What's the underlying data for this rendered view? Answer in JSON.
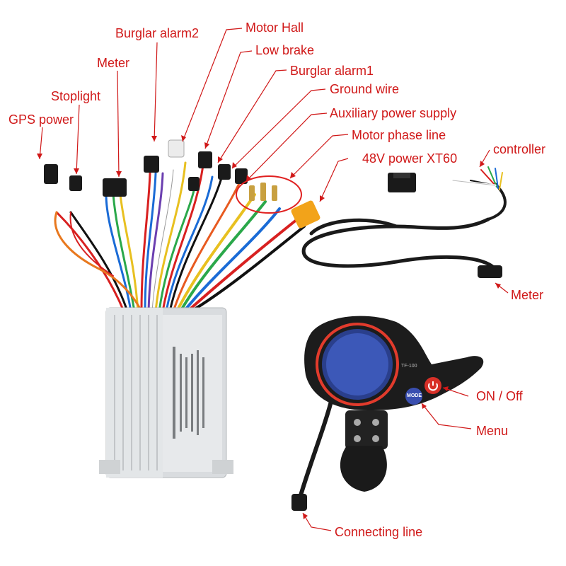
{
  "labels": {
    "burglar_alarm2": "Burglar alarm2",
    "motor_hall": "Motor Hall",
    "low_brake": "Low brake",
    "meter_top": "Meter",
    "burglar_alarm1": "Burglar alarm1",
    "stoplight": "Stoplight",
    "ground_wire": "Ground wire",
    "gps_power": "GPS power",
    "auxiliary_power_supply": "Auxiliary power supply",
    "motor_phase_line": "Motor phase line",
    "power_xt60": "48V power XT60",
    "controller": "controller",
    "meter_right": "Meter",
    "on_off": "ON / Off",
    "menu": "Menu",
    "connecting_line": "Connecting line"
  },
  "display": {
    "mode_button": "MODE",
    "model_code": "TF-100"
  },
  "colors": {
    "label_red": "#d01818",
    "controller_body": "#d9dcdf",
    "cable_black": "#1a1a1a",
    "connector_yellow": "#f2a31a",
    "display_ring": "#e23b2c"
  }
}
